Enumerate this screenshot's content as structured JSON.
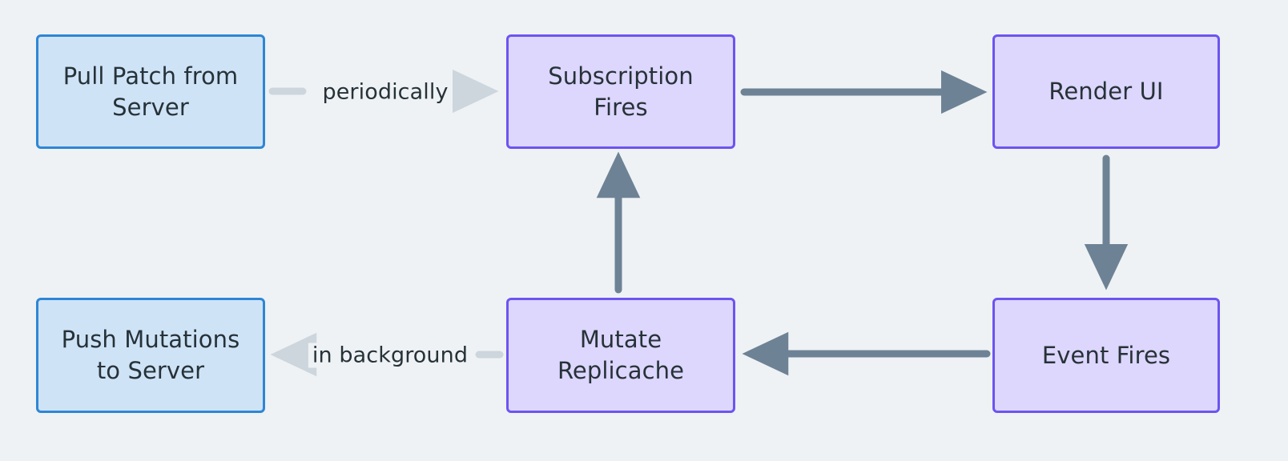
{
  "diagram": {
    "type": "flowchart",
    "background_color": "#eef2f5",
    "node_styles": {
      "blue": {
        "fill": "#cfe3f7",
        "stroke": "#2e86d4",
        "text": "#263238"
      },
      "purple": {
        "fill": "#ddd6fd",
        "stroke": "#6c54f0",
        "text": "#263238"
      }
    },
    "edge_styles": {
      "solid_dark": "#6e8295",
      "light": "#cdd6dd"
    },
    "nodes": [
      {
        "id": "pull-patch",
        "label": "Pull Patch from\nServer",
        "style": "blue"
      },
      {
        "id": "subscription-fires",
        "label": "Subscription\nFires",
        "style": "purple"
      },
      {
        "id": "render-ui",
        "label": "Render UI",
        "style": "purple"
      },
      {
        "id": "event-fires",
        "label": "Event Fires",
        "style": "purple"
      },
      {
        "id": "mutate-replicache",
        "label": "Mutate\nReplicache",
        "style": "purple"
      },
      {
        "id": "push-mutations",
        "label": "Push Mutations\nto Server",
        "style": "blue"
      }
    ],
    "edges": [
      {
        "from": "pull-patch",
        "to": "subscription-fires",
        "label": "periodically",
        "style": "light"
      },
      {
        "from": "subscription-fires",
        "to": "render-ui",
        "label": "",
        "style": "solid_dark"
      },
      {
        "from": "render-ui",
        "to": "event-fires",
        "label": "",
        "style": "solid_dark"
      },
      {
        "from": "event-fires",
        "to": "mutate-replicache",
        "label": "",
        "style": "solid_dark"
      },
      {
        "from": "mutate-replicache",
        "to": "subscription-fires",
        "label": "",
        "style": "solid_dark"
      },
      {
        "from": "mutate-replicache",
        "to": "push-mutations",
        "label": "in background",
        "style": "light"
      }
    ],
    "edge_labels": {
      "periodically": "periodically",
      "in_background": "in background"
    }
  }
}
